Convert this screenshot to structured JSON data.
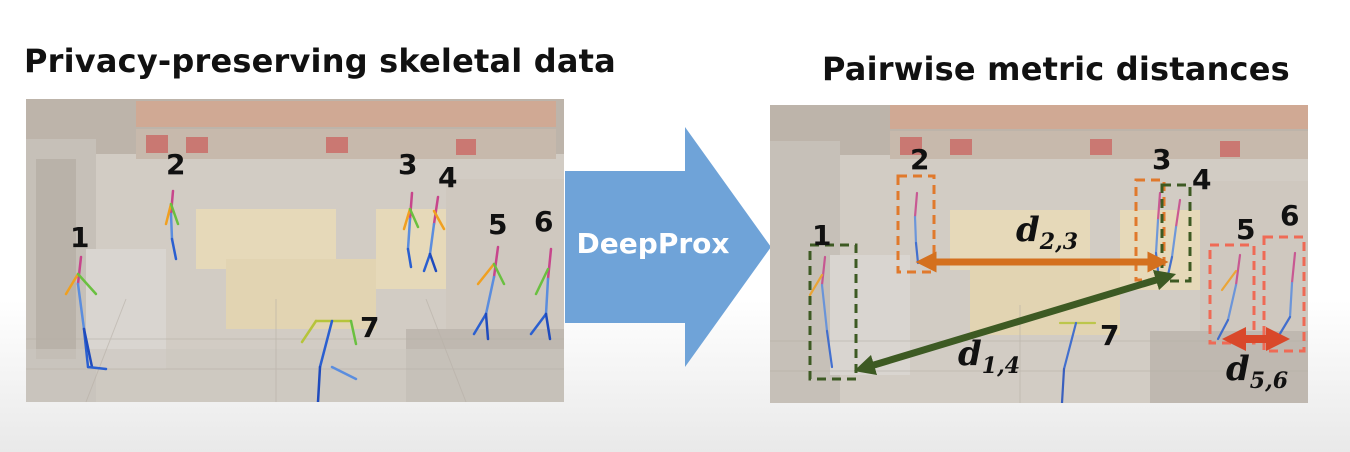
{
  "left_title": "Privacy-preserving skeletal data",
  "right_title": "Pairwise metric distances",
  "model_label": "DeepProx",
  "person_ids": [
    "1",
    "2",
    "3",
    "4",
    "5",
    "6",
    "7"
  ],
  "distances": [
    {
      "base": "d",
      "sub": "2,3",
      "color": "#d4701e"
    },
    {
      "base": "d",
      "sub": "1,4",
      "color": "#3d5a23"
    },
    {
      "base": "d",
      "sub": "5,6",
      "color": "#d9482a"
    }
  ],
  "colors": {
    "arrow": "#6fa3d8",
    "arrow_text": "#ffffff",
    "box_orange": "#e0792c",
    "box_green": "#3d5a23",
    "box_red": "#ef6a55"
  }
}
